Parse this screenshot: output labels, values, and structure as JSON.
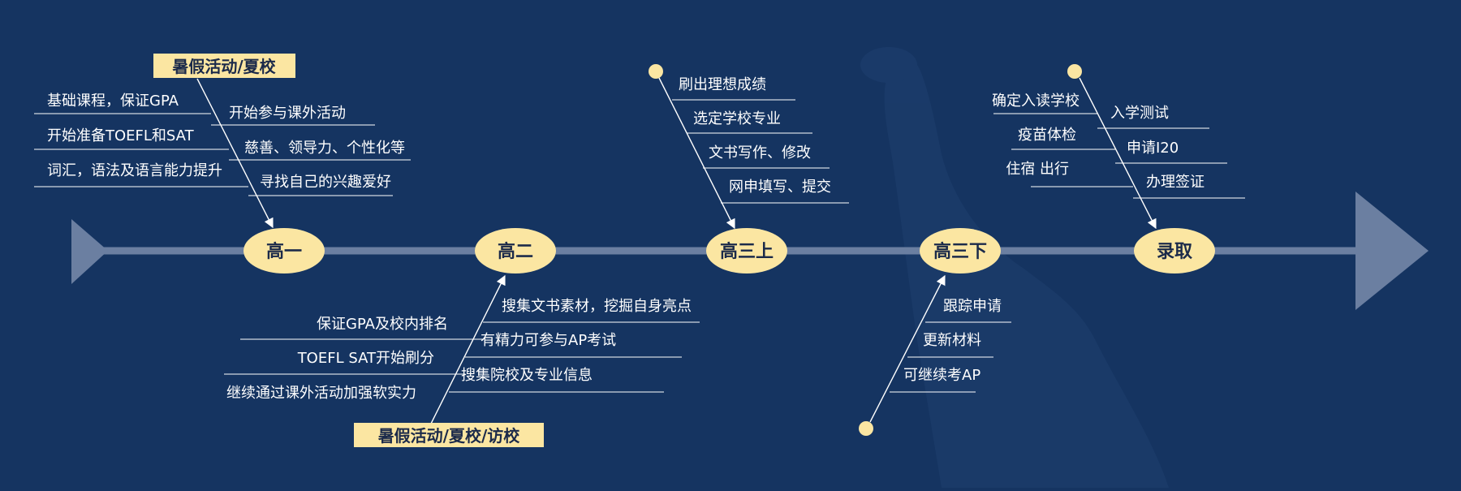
{
  "colors": {
    "background": "#153461",
    "axis": "#6b7fa1",
    "stage_fill": "#fbe6a2",
    "line": "#ffffff",
    "text": "#ffffff",
    "tag_fill": "#fbe6a2"
  },
  "stages": [
    {
      "label": "高一",
      "tag": "暑假活动/夏校",
      "items": [
        "基础课程，保证GPA",
        "开始准备TOEFL和SAT",
        "词汇，语法及语言能力提升",
        "开始参与课外活动",
        "慈善、领导力、个性化等",
        "寻找自己的兴趣爱好"
      ]
    },
    {
      "label": "高二",
      "tag": "暑假活动/夏校/访校",
      "items": [
        "保证GPA及校内排名",
        "TOEFL SAT开始刷分",
        "继续通过课外活动加强软实力",
        "搜集文书素材，挖掘自身亮点",
        "有精力可参与AP考试",
        "搜集院校及专业信息"
      ]
    },
    {
      "label": "高三上",
      "items": [
        "刷出理想成绩",
        "选定学校专业",
        "文书写作、修改",
        "网申填写、提交"
      ]
    },
    {
      "label": "高三下",
      "items": [
        "跟踪申请",
        "更新材料",
        "可继续考AP"
      ]
    },
    {
      "label": "录取",
      "items": [
        "确定入读学校",
        "疫苗体检",
        "住宿 出行",
        "入学测试",
        "申请I20",
        "办理签证"
      ]
    }
  ]
}
